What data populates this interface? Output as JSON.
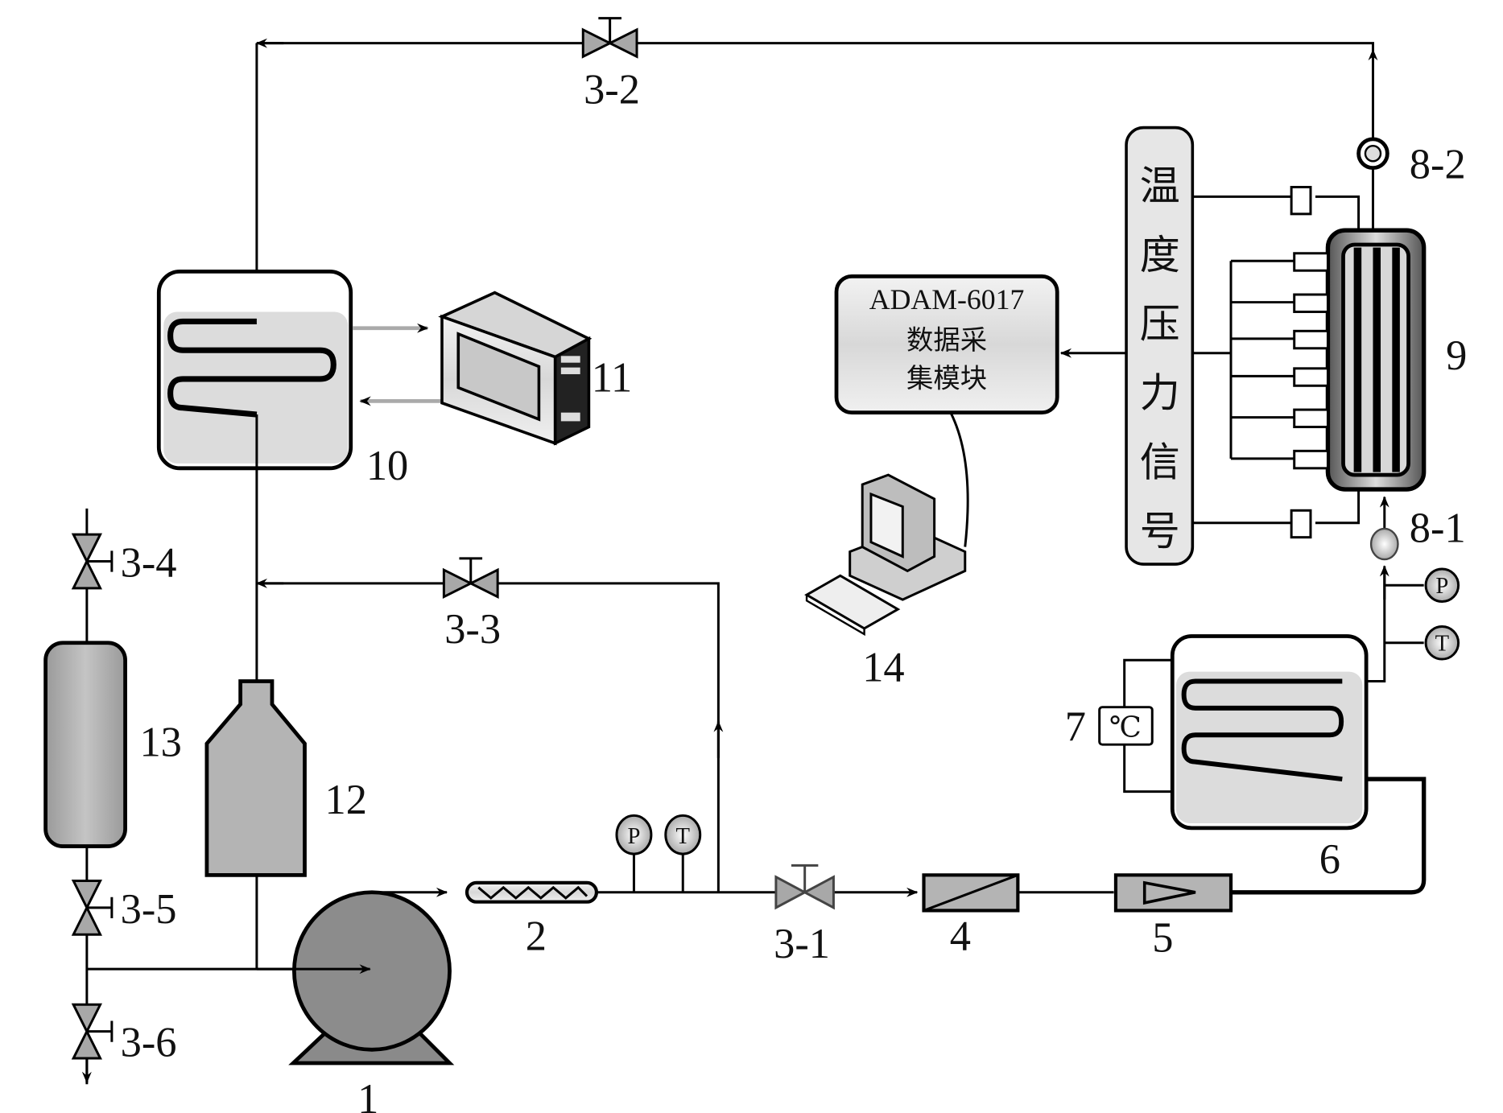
{
  "diagram": {
    "type": "process-flow-schematic",
    "components": [
      {
        "id": "1",
        "label": "1",
        "kind": "pump"
      },
      {
        "id": "2",
        "label": "2",
        "kind": "filter"
      },
      {
        "id": "3-1",
        "label": "3-1",
        "kind": "valve"
      },
      {
        "id": "3-2",
        "label": "3-2",
        "kind": "valve"
      },
      {
        "id": "3-3",
        "label": "3-3",
        "kind": "valve"
      },
      {
        "id": "3-4",
        "label": "3-4",
        "kind": "valve"
      },
      {
        "id": "3-5",
        "label": "3-5",
        "kind": "valve"
      },
      {
        "id": "3-6",
        "label": "3-6",
        "kind": "valve"
      },
      {
        "id": "4",
        "label": "4",
        "kind": "flow-meter"
      },
      {
        "id": "5",
        "label": "5",
        "kind": "flow-meter"
      },
      {
        "id": "6",
        "label": "6",
        "kind": "heat-exchanger-bath"
      },
      {
        "id": "7",
        "label": "7",
        "kind": "temperature-controller"
      },
      {
        "id": "8-1",
        "label": "8-1",
        "kind": "sight-glass-inlet"
      },
      {
        "id": "8-2",
        "label": "8-2",
        "kind": "sight-glass-outlet"
      },
      {
        "id": "9",
        "label": "9",
        "kind": "test-section"
      },
      {
        "id": "10",
        "label": "10",
        "kind": "condenser"
      },
      {
        "id": "11",
        "label": "11",
        "kind": "chiller"
      },
      {
        "id": "12",
        "label": "12",
        "kind": "reservoir"
      },
      {
        "id": "13",
        "label": "13",
        "kind": "tank"
      },
      {
        "id": "14",
        "label": "14",
        "kind": "computer"
      }
    ],
    "gauge_labels": {
      "pressure": "P",
      "temperature": "T"
    },
    "controller_symbol": "℃",
    "signal_box": {
      "chars": [
        "温",
        "度",
        "压",
        "力",
        "信",
        "号"
      ]
    },
    "daq": {
      "line1": "ADAM-6017",
      "line2": "数据采",
      "line3": "集模块"
    }
  }
}
